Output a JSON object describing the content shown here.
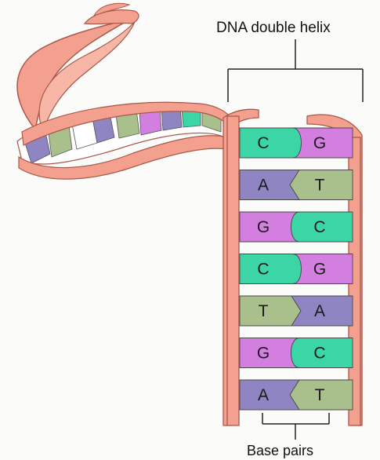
{
  "labels": {
    "helix": "DNA double helix",
    "base_pairs": "Base pairs"
  },
  "base_pairs": [
    {
      "left": "C",
      "right": "G"
    },
    {
      "left": "A",
      "right": "T"
    },
    {
      "left": "G",
      "right": "C"
    },
    {
      "left": "C",
      "right": "G"
    },
    {
      "left": "T",
      "right": "A"
    },
    {
      "left": "G",
      "right": "C"
    },
    {
      "left": "A",
      "right": "T"
    }
  ],
  "colors": {
    "A": "#8f85c2",
    "T": "#a9bf8c",
    "G": "#d27fe0",
    "C": "#3bd5a6",
    "backbone": "#f3a08e",
    "backbone_outline": "#a9584a"
  }
}
